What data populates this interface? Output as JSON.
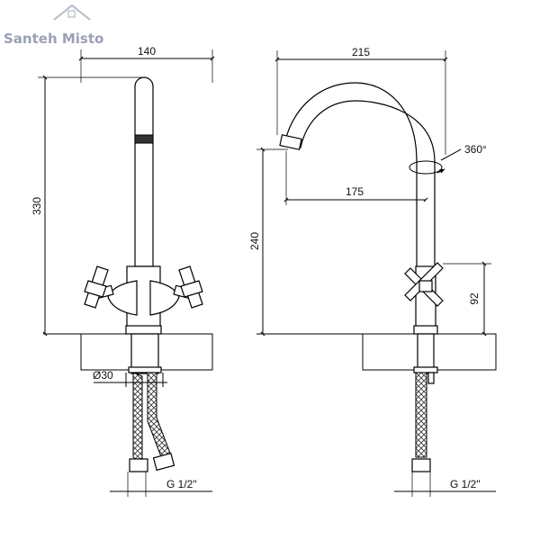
{
  "logo": {
    "text": "Santeh Misto"
  },
  "front_view": {
    "width_dim": "140",
    "height_dim": "330",
    "diameter_dim": "Ø30",
    "thread_dim": "G 1/2\""
  },
  "side_view": {
    "width_dim": "215",
    "reach_dim": "175",
    "height_dim": "240",
    "handle_height_dim": "92",
    "rotation_dim": "360°",
    "thread_dim": "G 1/2\""
  },
  "colors": {
    "line": "#000000",
    "counter_fill": "#e6e6e6",
    "logo": "#9aa0b4"
  }
}
